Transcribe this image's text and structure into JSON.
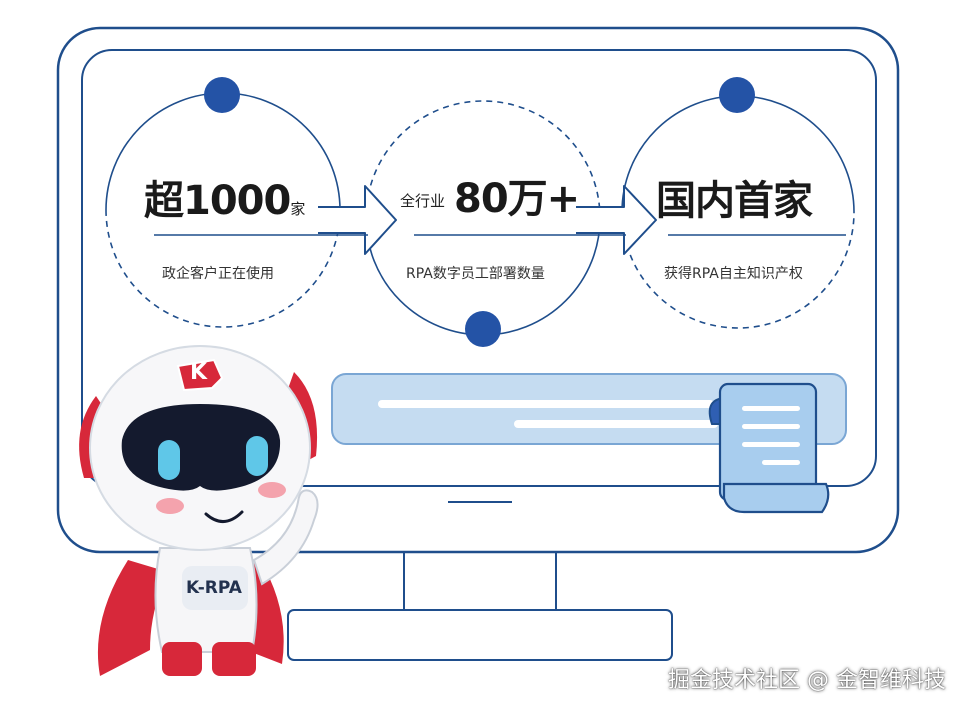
{
  "stats": [
    {
      "headline": "超1000",
      "unit": "家",
      "caption": "政企客户正在使用"
    },
    {
      "prefix": "全行业",
      "headline": "80万+",
      "caption": "RPA数字员工部署数量"
    },
    {
      "headline": "国内首家",
      "caption": "获得RPA自主知识产权"
    }
  ],
  "mascot": {
    "logo_letter": "K",
    "chest_label": "K-RPA"
  },
  "watermark": "掘金技术社区 @ 金智维科技",
  "colors": {
    "monitor_stroke": "#1f4e8c",
    "dot_fill": "#2453a6",
    "bar_fill": "#c5dcf1",
    "mascot_red": "#d7283a"
  }
}
